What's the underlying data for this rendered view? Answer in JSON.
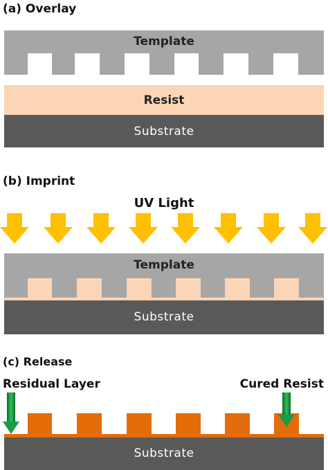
{
  "panel_a": {
    "title": "(a) Overlay",
    "template_label": "Template",
    "resist_label": "Resist",
    "substrate_label": "Substrate"
  },
  "panel_b": {
    "title": "(b) Imprint",
    "uv_label": "UV Light",
    "template_label": "Template",
    "substrate_label": "Substrate"
  },
  "panel_c": {
    "title": "(c) Release",
    "residual_label": "Residual Layer",
    "cured_label": "Cured Resist",
    "substrate_label": "Substrate"
  },
  "colors": {
    "template": "#a6a6a6",
    "resist": "#fbd5b5",
    "substrate": "#595959",
    "uv_arrow": "#ffc000",
    "cured": "#e46c0a",
    "pointer_arrow": "#00a04a"
  }
}
